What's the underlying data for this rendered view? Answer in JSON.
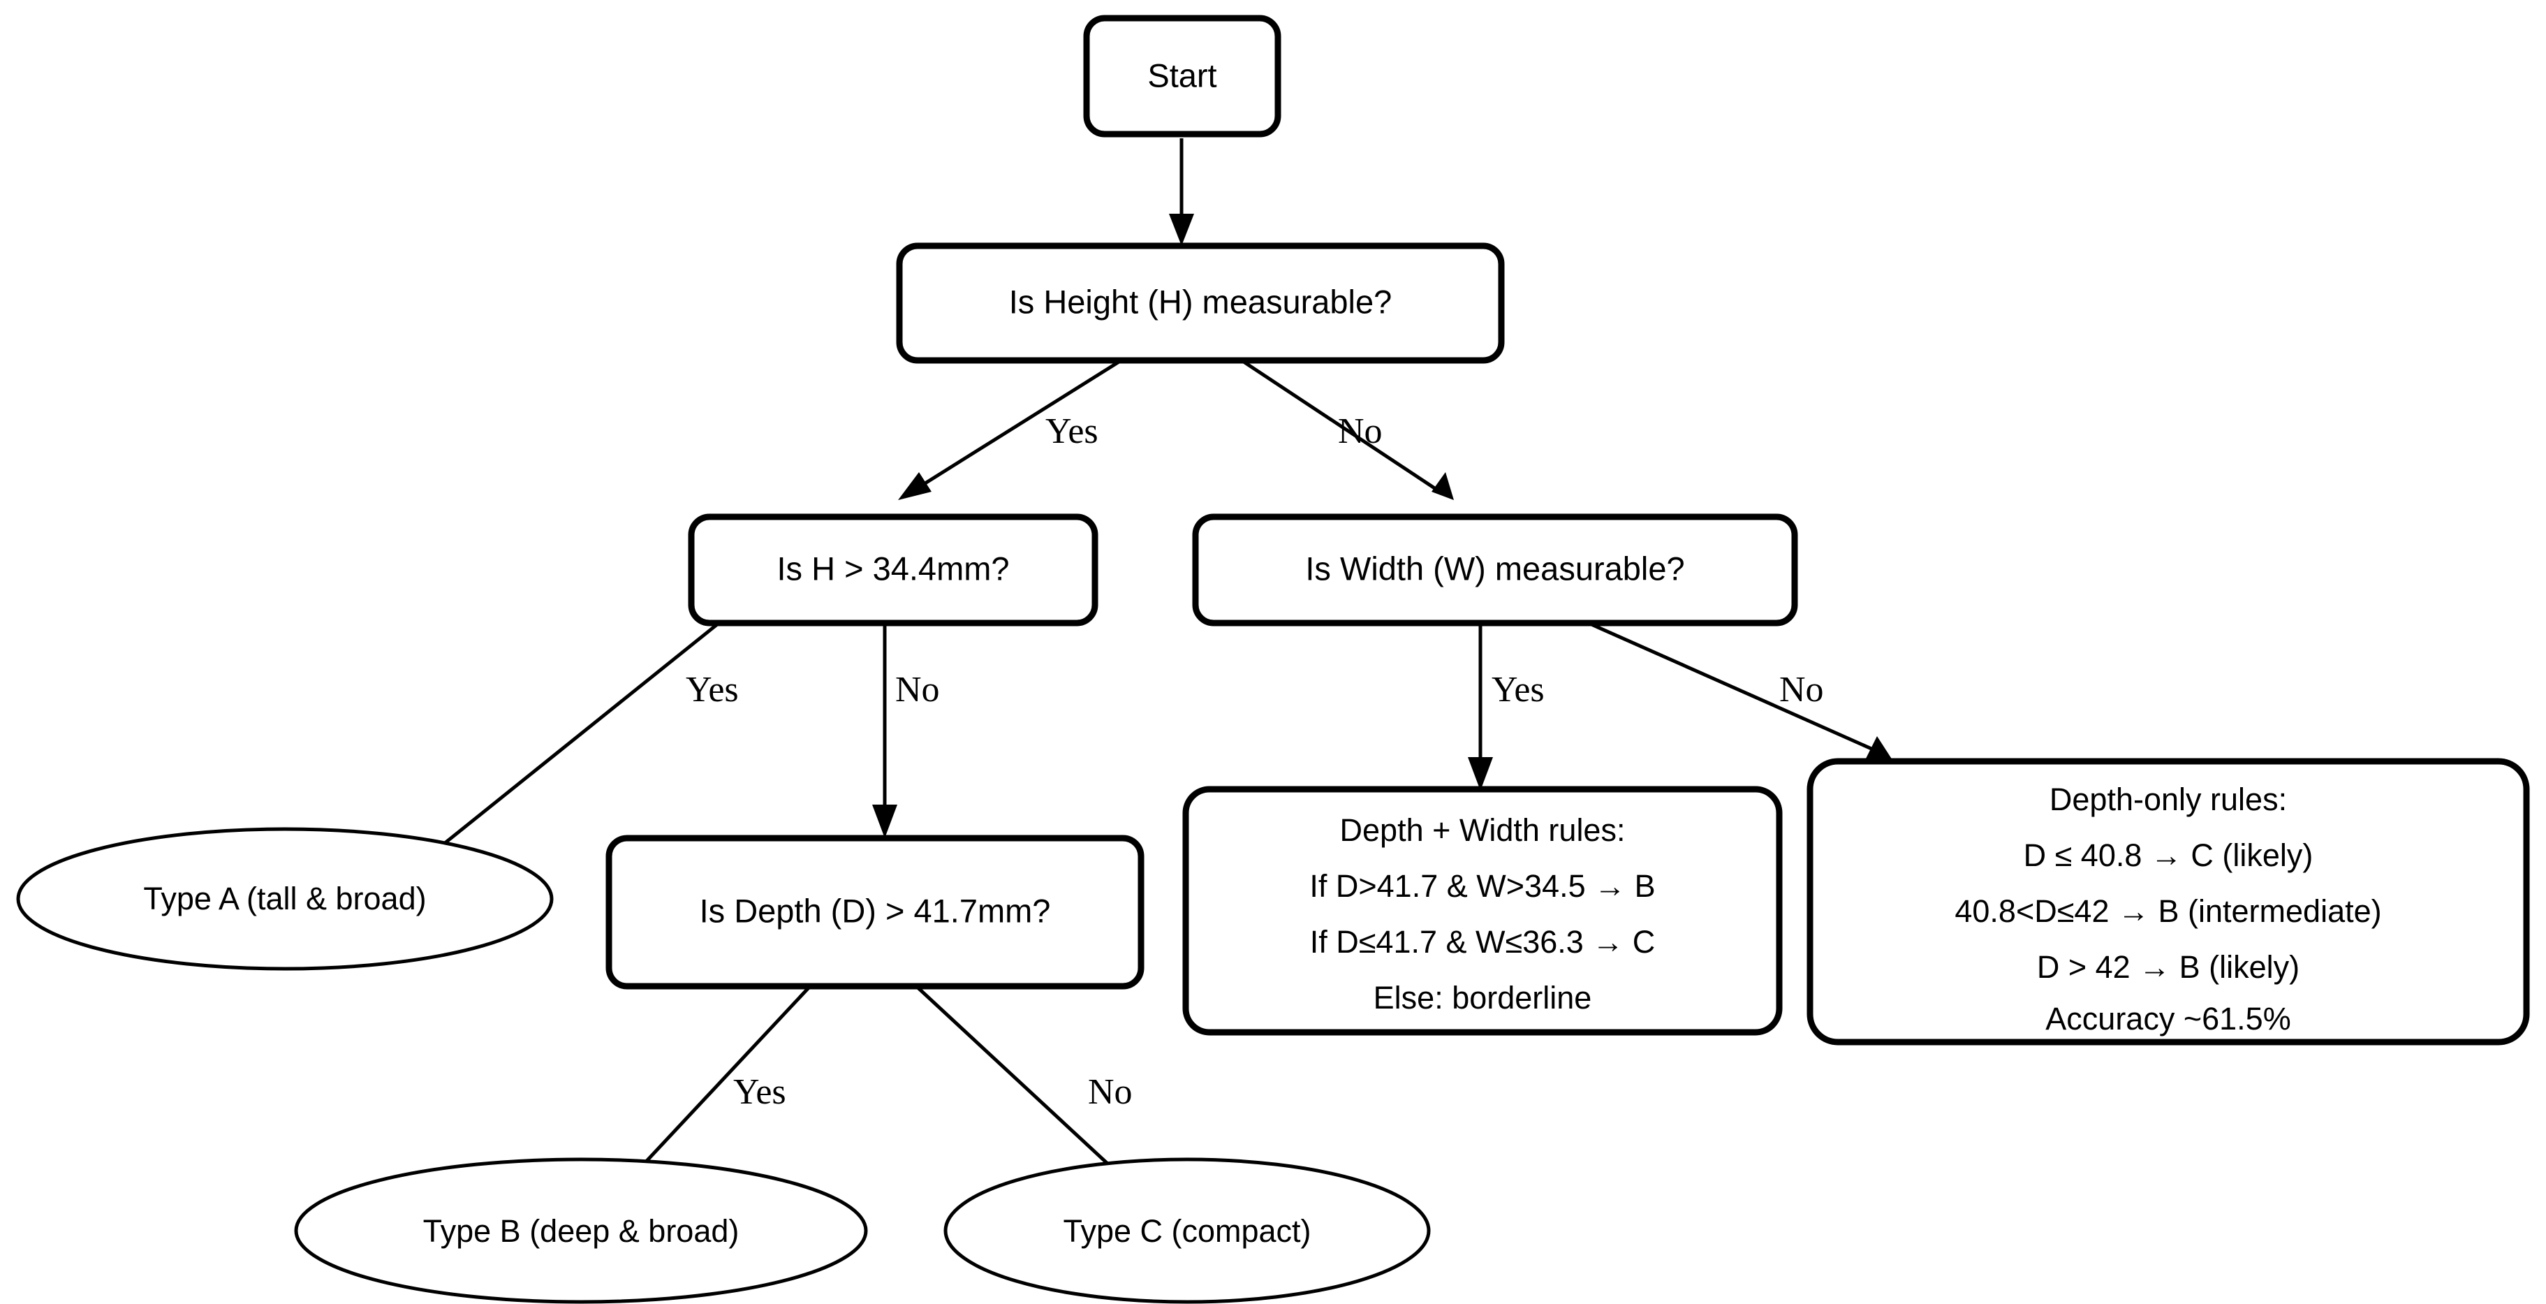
{
  "diagram": {
    "title": "Decision tree for Type A / B / C classification",
    "background_color": "#ffffff",
    "stroke_color": "#000000"
  },
  "nodes": {
    "start": {
      "label": "Start",
      "shape": "rounded-rect"
    },
    "height_measurable": {
      "label": "Is Height (H) measurable?",
      "shape": "rounded-rect"
    },
    "h_threshold": {
      "label": "Is H > 34.4mm?",
      "shape": "rounded-rect"
    },
    "width_measurable": {
      "label": "Is Width (W) measurable?",
      "shape": "rounded-rect"
    },
    "type_a": {
      "label": "Type A (tall & broad)",
      "shape": "ellipse"
    },
    "d_threshold": {
      "label": "Is Depth (D) > 41.7mm?",
      "shape": "rounded-rect"
    },
    "type_b": {
      "label": "Type B (deep & broad)",
      "shape": "ellipse"
    },
    "type_c": {
      "label": "Type C (compact)",
      "shape": "ellipse"
    },
    "depth_width_rules": {
      "shape": "rounded-rect",
      "lines": [
        "Depth + Width rules:",
        "If D>41.7 & W>34.5 → B",
        "If D≤41.7 & W≤36.3 → C",
        "Else: borderline"
      ]
    },
    "depth_only_rules": {
      "shape": "rounded-rect",
      "lines": [
        "Depth-only rules:",
        "D ≤ 40.8 → C (likely)",
        "40.8<D≤42 → B (intermediate)",
        "D > 42 → B (likely)",
        "Accuracy ~61.5%"
      ]
    }
  },
  "edges": [
    {
      "from": "start",
      "to": "height_measurable",
      "label": ""
    },
    {
      "from": "height_measurable",
      "to": "h_threshold",
      "label": "Yes"
    },
    {
      "from": "height_measurable",
      "to": "width_measurable",
      "label": "No"
    },
    {
      "from": "h_threshold",
      "to": "type_a",
      "label": "Yes"
    },
    {
      "from": "h_threshold",
      "to": "d_threshold",
      "label": "No"
    },
    {
      "from": "width_measurable",
      "to": "depth_width_rules",
      "label": "Yes"
    },
    {
      "from": "width_measurable",
      "to": "depth_only_rules",
      "label": "No"
    },
    {
      "from": "d_threshold",
      "to": "type_b",
      "label": "Yes"
    },
    {
      "from": "d_threshold",
      "to": "type_c",
      "label": "No"
    }
  ]
}
